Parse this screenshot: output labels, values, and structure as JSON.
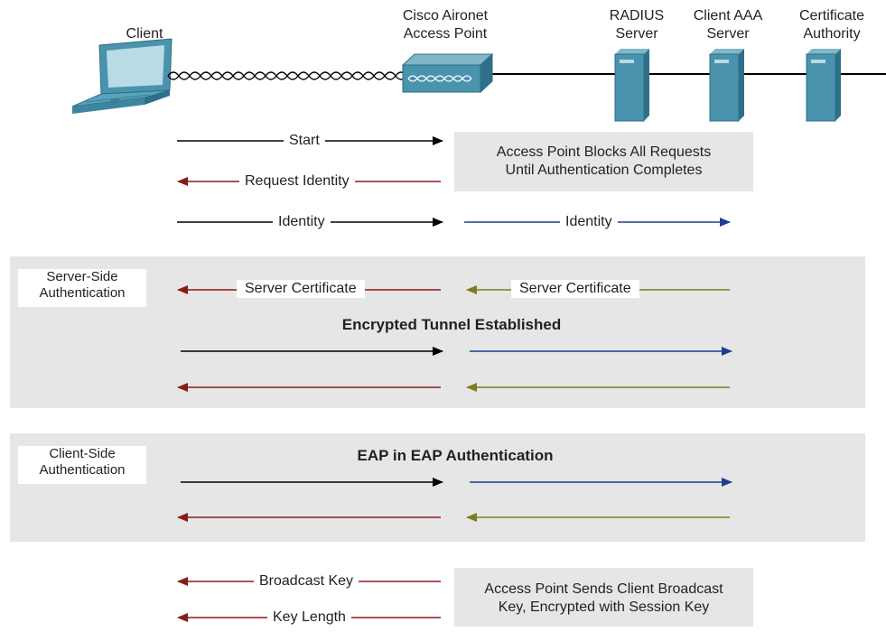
{
  "nodes": {
    "client": "Client",
    "ap_line1": "Cisco Aironet",
    "ap_line2": "Access Point",
    "radius_line1": "RADIUS",
    "radius_line2": "Server",
    "aaa_line1": "Client AAA",
    "aaa_line2": "Server",
    "ca_line1": "Certificate",
    "ca_line2": "Authority"
  },
  "notes": {
    "blocks_line1": "Access Point Blocks All Requests",
    "blocks_line2": "Until Authentication Completes",
    "sends_line1": "Access Point Sends Client Broadcast",
    "sends_line2": "Key, Encrypted with Session Key"
  },
  "arrows": {
    "start": "Start",
    "request_identity": "Request Identity",
    "identity_left": "Identity",
    "identity_right": "Identity",
    "server_cert_left": "Server Certificate",
    "server_cert_right": "Server Certificate",
    "broadcast_key": "Broadcast Key",
    "key_length": "Key Length"
  },
  "sections": {
    "server_side_line1": "Server-Side",
    "server_side_line2": "Authentication",
    "tunnel": "Encrypted Tunnel Established",
    "client_side_line1": "Client-Side",
    "client_side_line2": "Authentication",
    "eap": "EAP in EAP Authentication"
  },
  "colors": {
    "black": "#000000",
    "red": "#8b1a1a",
    "blue": "#1f3e8c",
    "olive": "#7d7d1e",
    "server": "#4a93ad",
    "panel": "#e6e6e6"
  }
}
